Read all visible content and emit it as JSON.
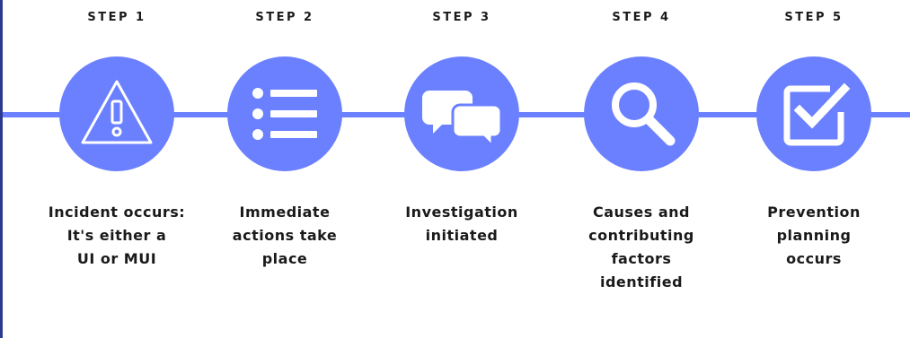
{
  "accent_color": "#6b80ff",
  "steps": [
    {
      "label": "STEP 1",
      "icon": "warning-icon",
      "description": "Incident occurs:\nIt's either a\nUI or MUI"
    },
    {
      "label": "STEP 2",
      "icon": "list-icon",
      "description": "Immediate\nactions take\nplace"
    },
    {
      "label": "STEP 3",
      "icon": "chat-bubbles-icon",
      "description": "Investigation\ninitiated"
    },
    {
      "label": "STEP 4",
      "icon": "magnifier-icon",
      "description": "Causes and\ncontributing\nfactors\nidentified"
    },
    {
      "label": "STEP 5",
      "icon": "checkbox-icon",
      "description": "Prevention\nplanning\noccurs"
    }
  ]
}
